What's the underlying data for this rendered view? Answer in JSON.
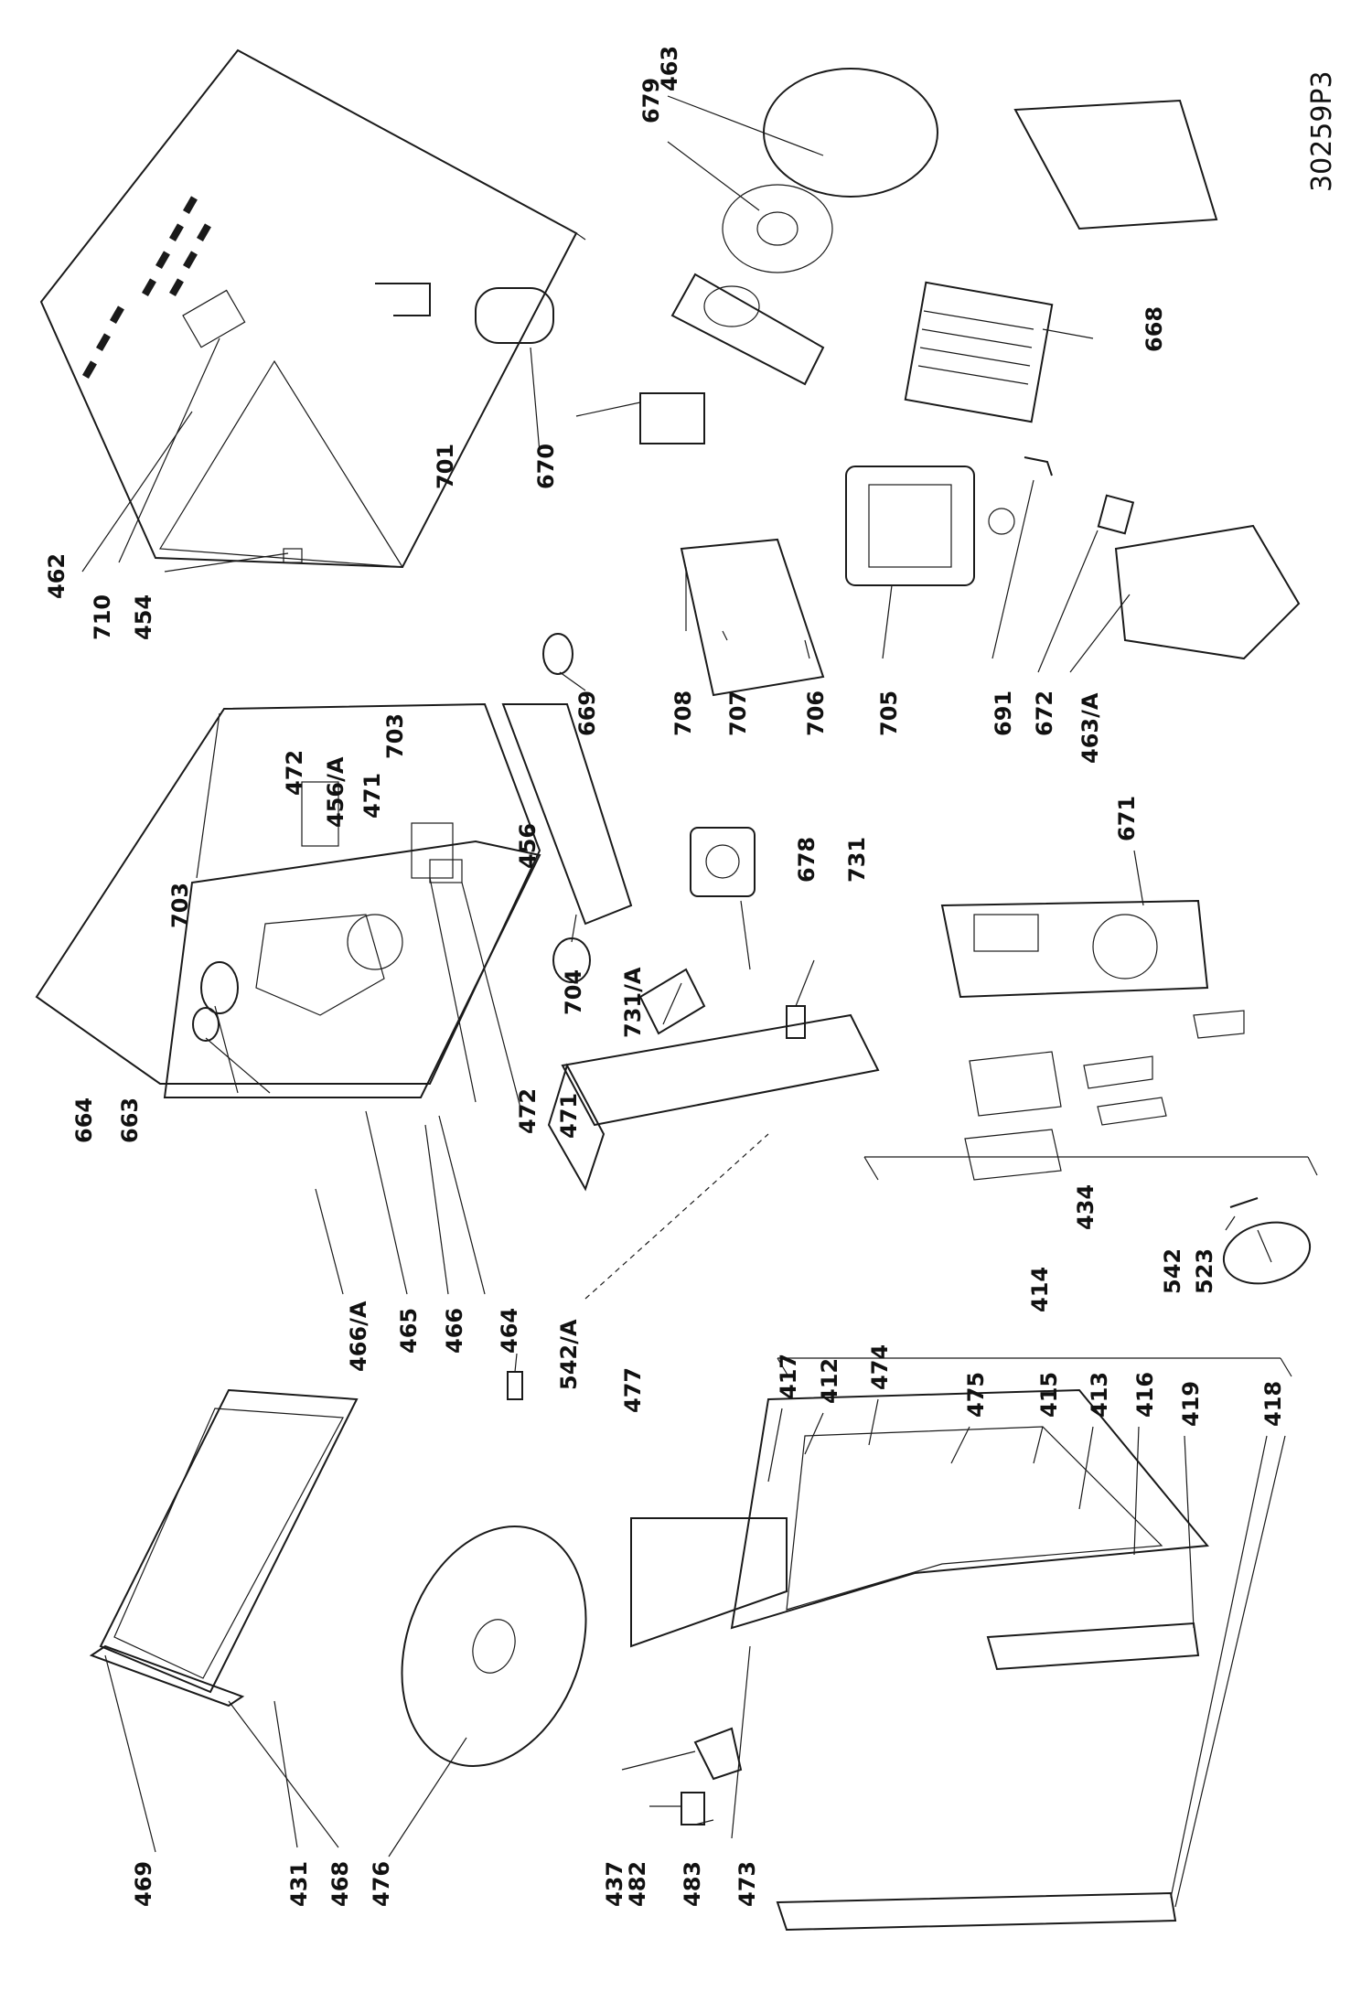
{
  "reference_code": "30259P3",
  "labels": {
    "l462": "462",
    "l710": "710",
    "l454": "454",
    "l701": "701",
    "l670": "670",
    "l679": "679",
    "l463": "463",
    "l668": "668",
    "l708": "708",
    "l707": "707",
    "l706": "706",
    "l705": "705",
    "l691": "691",
    "l672": "672",
    "l463a": "463/A",
    "l669": "669",
    "l703a": "703",
    "l472a": "472",
    "l456a": "456/A",
    "l471a": "471",
    "l703b": "703",
    "l456": "456",
    "l664": "664",
    "l663": "663",
    "l704": "704",
    "l731a": "731/A",
    "l678": "678",
    "l731": "731",
    "l472b": "472",
    "l471b": "471",
    "l671": "671",
    "l466a": "466/A",
    "l465": "465",
    "l466": "466",
    "l464": "464",
    "l542a": "542/A",
    "l434": "434",
    "l542": "542",
    "l523": "523",
    "l477": "477",
    "l414": "414",
    "l469": "469",
    "l431": "431",
    "l468": "468",
    "l476": "476",
    "l417": "417",
    "l412": "412",
    "l474": "474",
    "l475": "475",
    "l415": "415",
    "l413": "413",
    "l416": "416",
    "l419": "419",
    "l418": "418",
    "l437": "437",
    "l482": "482",
    "l483": "483",
    "l473": "473"
  }
}
